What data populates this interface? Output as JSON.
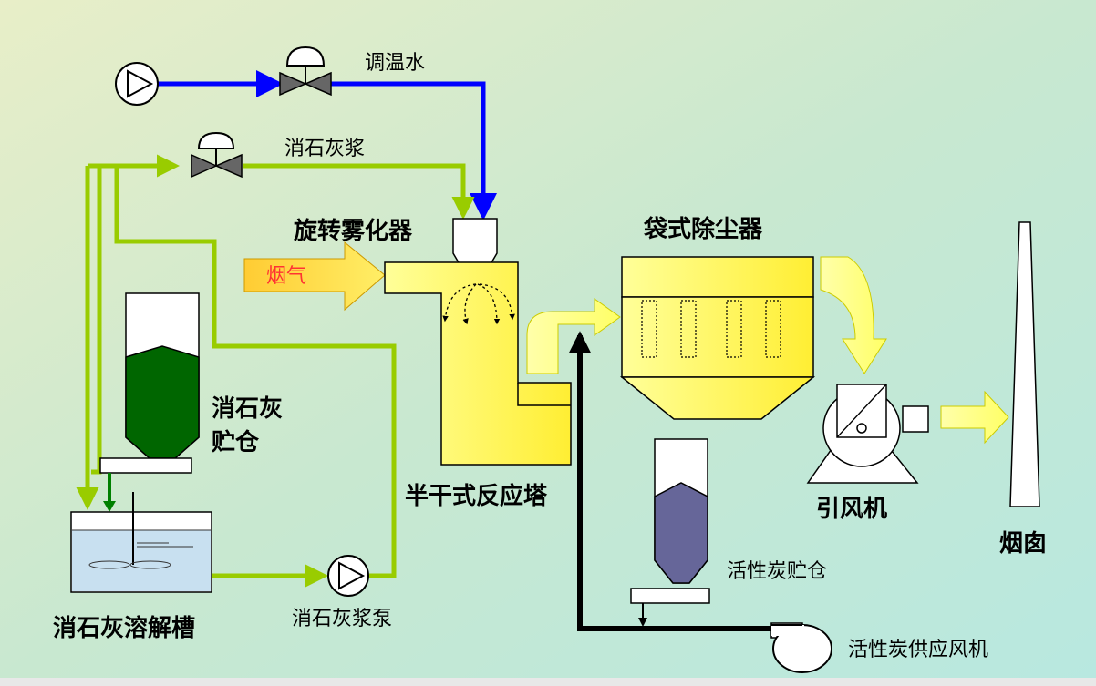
{
  "labels": {
    "temp_water": "调温水",
    "lime_slurry": "消石灰浆",
    "rotary_atomizer": "旋转雾化器",
    "flue_gas": "烟气",
    "bag_filter": "袋式除尘器",
    "lime_silo_line1": "消石灰",
    "lime_silo_line2": "贮仓",
    "reactor": "半干式反应塔",
    "id_fan": "引风机",
    "chimney": "烟囱",
    "carbon_silo": "活性炭贮仓",
    "dissolving_tank": "消石灰溶解槽",
    "slurry_pump": "消石灰浆泵",
    "carbon_fan": "活性炭供应风机"
  },
  "colors": {
    "water_line": "#0000ff",
    "slurry_line": "#99cc00",
    "carbon_line": "#000000",
    "vessel_fill": "#ffff66",
    "lime_fill": "#006600",
    "carbon_fill": "#666699",
    "flue_gas_text": "#ff3333"
  }
}
